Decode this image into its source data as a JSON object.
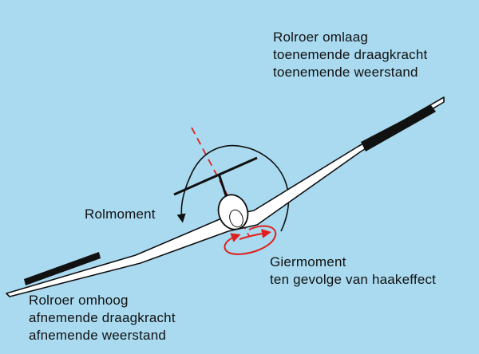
{
  "colors": {
    "background": "#a9daf0",
    "wing_fill": "#ffffff",
    "outline": "#111111",
    "aileron": "#111111",
    "yaw_arrow": "#e0201b"
  },
  "labels": {
    "right_aileron": {
      "line1": "Rolroer omlaag",
      "line2": "toenemende draagkracht",
      "line3": "toenemende weerstand"
    },
    "left_aileron": {
      "line1": "Rolroer omhoog",
      "line2": "afnemende draagkracht",
      "line3": "afnemende weerstand"
    },
    "roll_moment": "Rolmoment",
    "yaw_moment": {
      "line1": "Giermoment",
      "line2": "ten gevolge van haakeffect"
    }
  }
}
